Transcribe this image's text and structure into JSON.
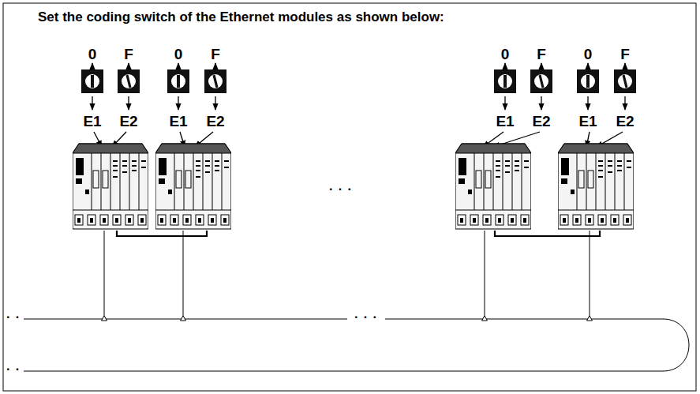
{
  "diagram": {
    "title": "Set the coding switch of the Ethernet modules as shown below:",
    "labels": [
      "0",
      "F",
      "0",
      "F",
      "0",
      "F",
      "0",
      "F",
      "E1",
      "E2",
      "E1",
      "E2",
      "E1",
      "E2",
      "E1",
      "E2",
      "· · ·",
      "· ·",
      "· · ·",
      "· ·"
    ]
  }
}
